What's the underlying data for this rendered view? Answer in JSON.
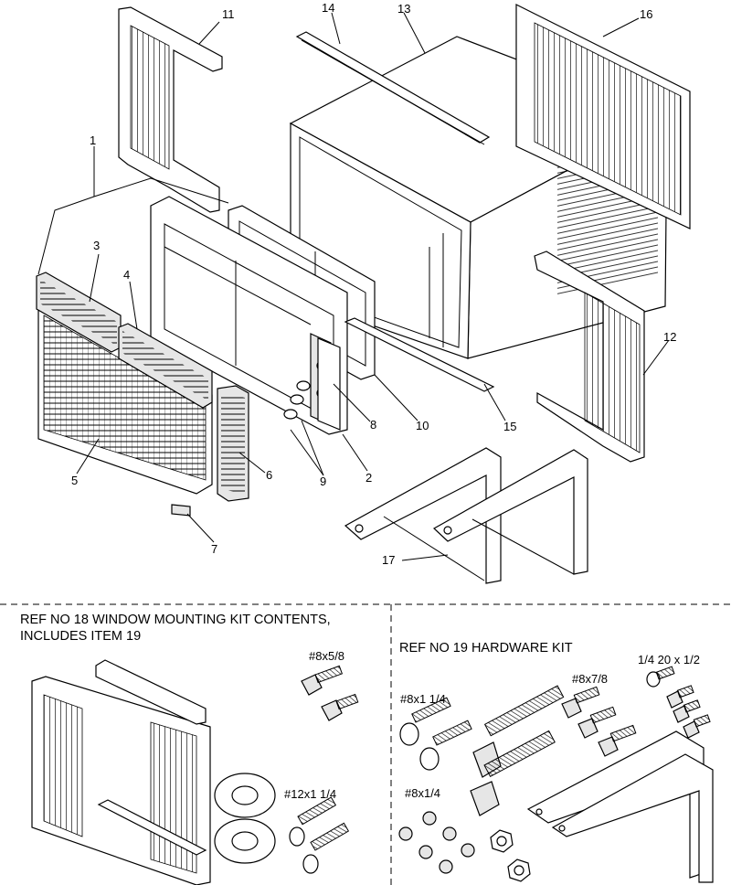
{
  "callouts": {
    "c1": "1",
    "c2": "2",
    "c3": "3",
    "c4": "4",
    "c5": "5",
    "c6": "6",
    "c7": "7",
    "c8": "8",
    "c9": "9",
    "c10": "10",
    "c11": "11",
    "c12": "12",
    "c13": "13",
    "c14": "14",
    "c15": "15",
    "c16": "16",
    "c17": "17"
  },
  "kits": {
    "kit18_line1": "REF NO 18 WINDOW MOUNTING KIT CONTENTS,",
    "kit18_line2": "INCLUDES ITEM 19",
    "kit19_title": "REF NO 19 HARDWARE KIT"
  },
  "hardware": {
    "h8x5_8": "#8x5/8",
    "h12x1_1_4": "#12x1 1/4",
    "h8x1_1_4": "#8x1 1/4",
    "h8x7_8": "#8x7/8",
    "h1_4_20x1_2": "1/4 20 x 1/2",
    "h8x1_4": "#8x1/4"
  }
}
